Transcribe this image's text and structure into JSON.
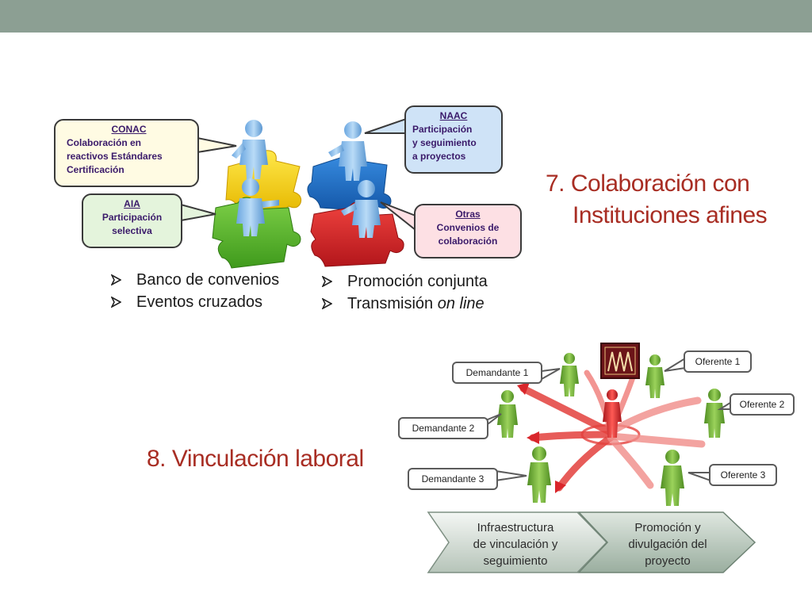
{
  "section7": {
    "title_line1": "7. Colaboración con",
    "title_line2": "Instituciones afines",
    "callouts": {
      "conac": {
        "head": "CONAC",
        "lines": [
          "Colaboración en",
          "reactivos Estándares",
          "Certificación"
        ]
      },
      "aia": {
        "head": "AIA",
        "lines": [
          "Participación",
          "selectiva"
        ]
      },
      "naac": {
        "head": "NAAC",
        "lines": [
          "Participación",
          "y seguimiento",
          "a proyectos"
        ]
      },
      "otras": {
        "head": "Otras",
        "lines": [
          "Convenios de",
          "colaboración"
        ]
      }
    },
    "bullets_left": [
      "Banco de convenios",
      "Eventos cruzados"
    ],
    "bullets_right": {
      "item1": "Promoción conjunta",
      "item2_prefix": "Transmisión ",
      "item2_em": "on line"
    }
  },
  "section8": {
    "title": "8. Vinculación laboral",
    "demandantes": [
      "Demandante 1",
      "Demandante 2",
      "Demandante 3"
    ],
    "oferentes": [
      "Oferente 1",
      "Oferente 2",
      "Oferente 3"
    ],
    "chevrons": [
      {
        "lines": [
          "Infraestructura",
          "de vinculación y",
          "seguimiento"
        ]
      },
      {
        "lines": [
          "Promoción y",
          "divulgación del",
          "proyecto"
        ]
      }
    ]
  },
  "colors": {
    "topbar": "#8c9f93",
    "title": "#a82d23",
    "puzzle_yellow": "#f3d21a",
    "puzzle_blue": "#1f73c9",
    "puzzle_green": "#57b52c",
    "puzzle_red": "#d9262b",
    "figure_green": "#6fa73a",
    "figure_red": "#d7262a"
  }
}
